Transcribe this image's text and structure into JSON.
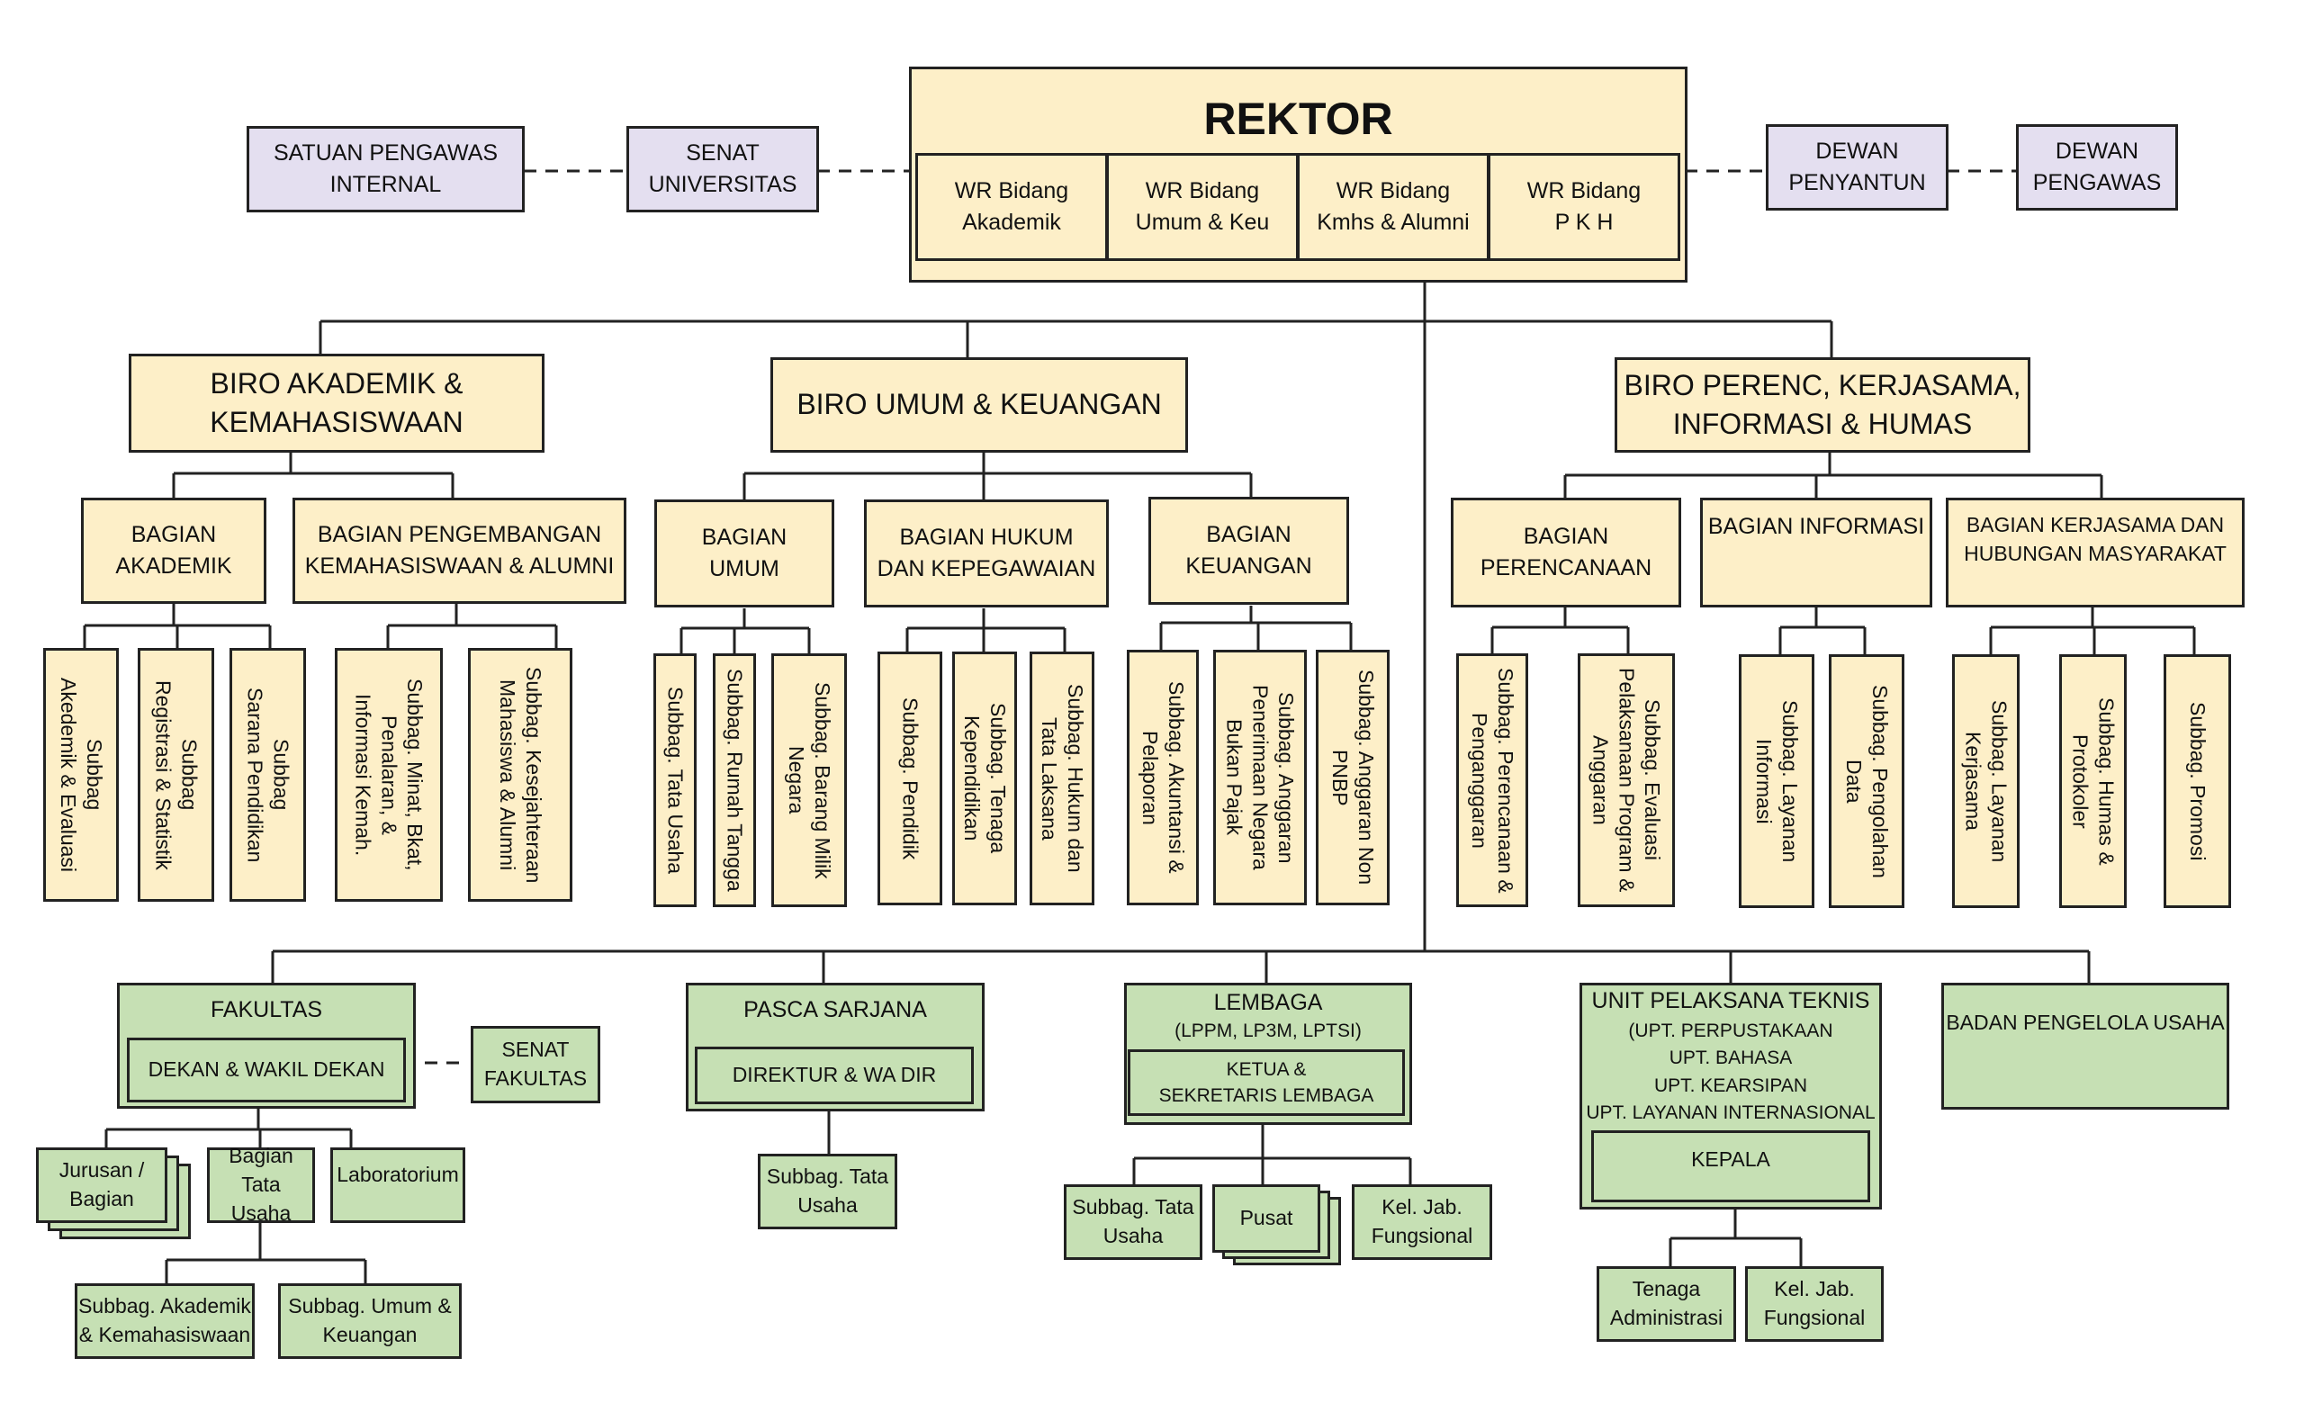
{
  "top": {
    "rektor": "REKTOR",
    "wr": [
      "WR Bidang\nAkademik",
      "WR Bidang\nUmum & Keu",
      "WR Bidang\nKmhs & Alumni",
      "WR Bidang\nP K H"
    ],
    "spi": "SATUAN PENGAWAS\nINTERNAL",
    "senat": "SENAT\nUNIVERSITAS",
    "penyantun": "DEWAN\nPENYANTUN",
    "pengawas": "DEWAN\nPENGAWAS"
  },
  "biro_akademik": {
    "title": "BIRO AKADEMIK &\nKEMAHASISWAAN",
    "bagian_akademik": "BAGIAN\nAKADEMIK",
    "bagian_pengembangan": "BAGIAN PENGEMBANGAN\nKEMAHASISWAAN & ALUMNI",
    "subbag": [
      "Subbag\nAkedemik & Evaluasi",
      "Subbag\nRegistrasi & Statistik",
      "Subbag\nSarana Pendidikan",
      "Subbag. Minat, Bkat,\nPenalaran, &\nInformasi Kemah.",
      "Subbag. Kesejahteraan\nMahasiswa & Alumni"
    ]
  },
  "biro_umum": {
    "title": "BIRO UMUM & KEUANGAN",
    "bagian_umum": "BAGIAN\nUMUM",
    "bagian_hukum": "BAGIAN HUKUM\nDAN KEPEGAWAIAN",
    "bagian_keuangan": "BAGIAN\nKEUANGAN",
    "subbag": [
      "Subbag. Tata Usaha",
      "Subbag. Rumah Tangga",
      "Subbag. Barang Milik\nNegara",
      "Subbag. Pendidik",
      "Subbag. Tenaga\nKependidikan",
      "Subbag. Hukum dan\nTata Laksana",
      "Subbag. Akuntansi &\nPelaporan",
      "Subbag. Anggaran\nPenerimaan Negara\nBukan Pajak",
      "Subbag. Anggaran Non\nPNBP"
    ]
  },
  "biro_perenc": {
    "title": "BIRO PERENC, KERJASAMA,\nINFORMASI & HUMAS",
    "bagian_perencanaan": "BAGIAN\nPERENCANAAN",
    "bagian_informasi": "BAGIAN INFORMASI",
    "bagian_kerjasama": "BAGIAN KERJASAMA DAN\nHUBUNGAN MASYARAKAT",
    "subbag": [
      "Subbag. Perencanaan &\nPenganggaran",
      "Subbag. Evaluasi\nPelaksanaan Program &\nAnggaran",
      "Subbag. Layanan\nInformasi",
      "Subbag. Pengolahan\nData",
      "Subbag. Layanan\nKerjasama",
      "Subbag. Humas &\nProtokoler",
      "Subbag. Promosi"
    ]
  },
  "fakultas": {
    "title": "FAKULTAS",
    "dekan": "DEKAN & WAKIL DEKAN",
    "senat": "SENAT\nFAKULTAS",
    "jurusan": "Jurusan /\nBagian",
    "bagian_tu": "Bagian\nTata Usaha",
    "lab": "Laboratorium",
    "subbag_akademik": "Subbag. Akademik\n& Kemahasiswaan",
    "subbag_umum": "Subbag. Umum &\nKeuangan"
  },
  "pasca": {
    "title": "PASCA SARJANA",
    "direktur": "DIREKTUR & WA DIR",
    "subbag_tu": "Subbag. Tata\nUsaha"
  },
  "lembaga": {
    "title": "LEMBAGA",
    "subtitle": "(LPPM, LP3M, LPTSI)",
    "ketua": "KETUA &\nSEKRETARIS LEMBAGA",
    "subbag_tu": "Subbag. Tata\nUsaha",
    "pusat": "Pusat",
    "kel_jab": "Kel. Jab.\nFungsional"
  },
  "upt": {
    "title": "UNIT PELAKSANA TEKNIS",
    "list": "(UPT. PERPUSTAKAAN\nUPT. BAHASA\nUPT. KEARSIPAN\nUPT. LAYANAN INTERNASIONAL",
    "kepala": "KEPALA",
    "tenaga": "Tenaga\nAdministrasi",
    "kel_jab": "Kel. Jab.\nFungsional"
  },
  "badan": {
    "title": "BADAN PENGELOLA USAHA"
  },
  "colors": {
    "yellow": "#fdefc8",
    "purple": "#e4dff0",
    "green": "#c6e0b4",
    "line": "#222222"
  }
}
